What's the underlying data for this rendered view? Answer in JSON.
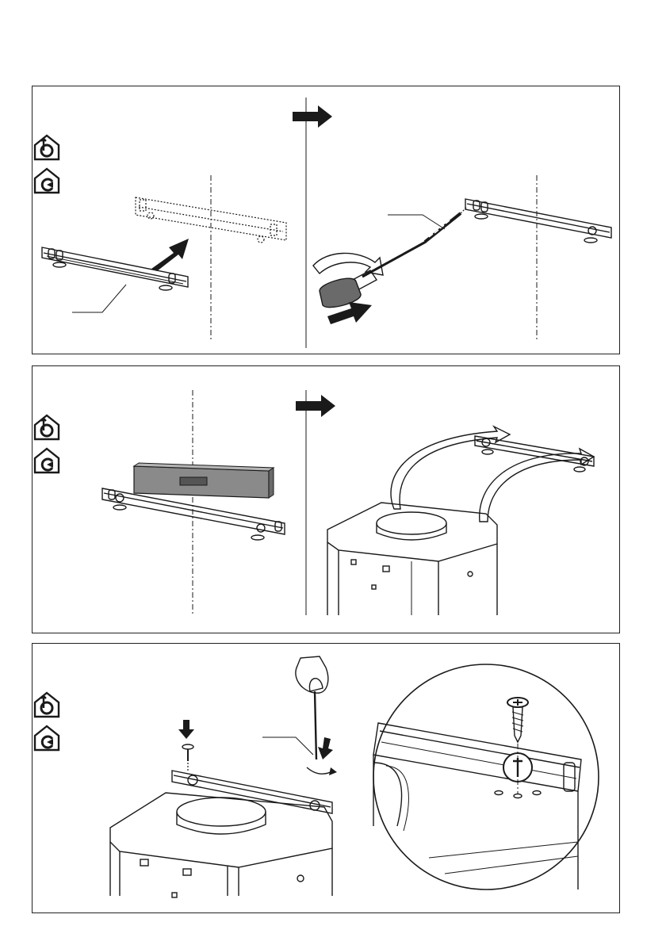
{
  "document": {
    "page_number": ""
  },
  "icons": {
    "ducted": "ducted-extraction-house-icon",
    "recirculation": "recirculation-house-icon"
  },
  "steps": [
    {
      "id": "step-1",
      "description": ""
    },
    {
      "id": "step-2",
      "description": ""
    },
    {
      "id": "step-3",
      "description": ""
    }
  ],
  "colors": {
    "line": "#1a1a1a",
    "fill_light": "#ececec",
    "fill_dark": "#6a6a6a",
    "arrow": "#111111"
  }
}
